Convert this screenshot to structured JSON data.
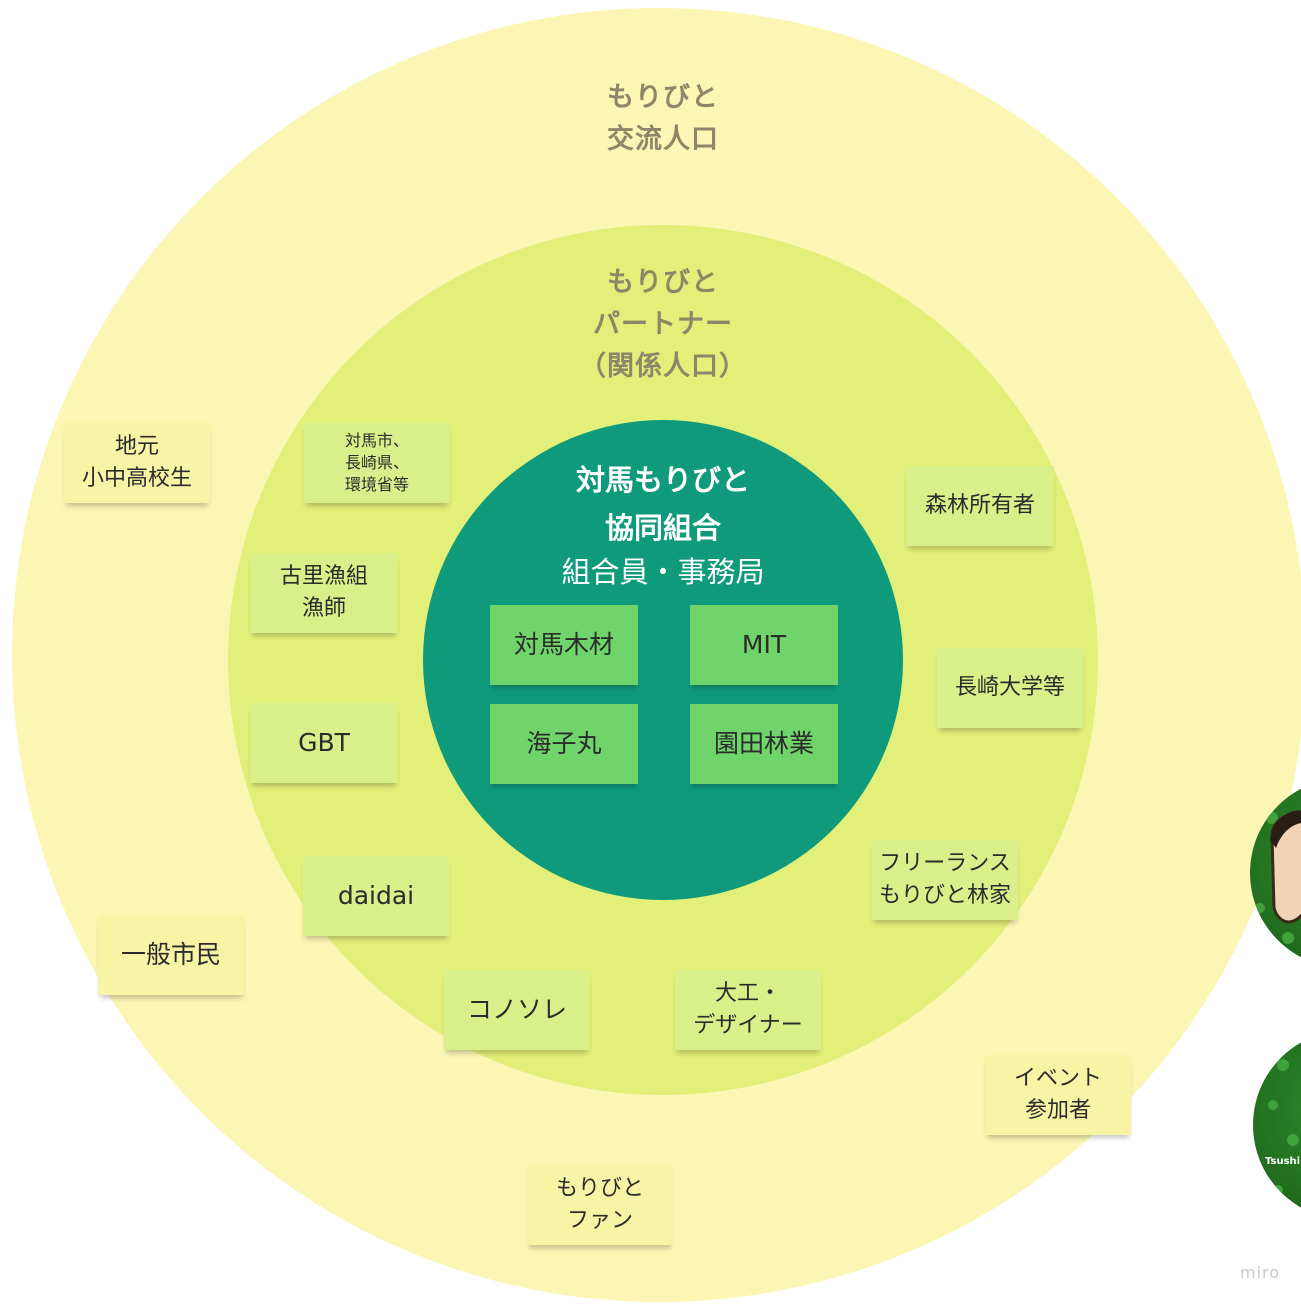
{
  "colors": {
    "outer_ring": "#fbf6b4",
    "middle_ring": "#e2ef78",
    "inner_circle": "#0f9b7b"
  },
  "rings": {
    "outer_label": [
      "もりびと",
      "交流人口"
    ],
    "middle_label": [
      "もりびと",
      "パートナー",
      "（関係人口）"
    ],
    "core_title": [
      "対馬もりびと",
      "協同組合"
    ],
    "core_subtitle": "組合員・事務局"
  },
  "notes": {
    "core": [
      {
        "lines": [
          "対馬木材"
        ]
      },
      {
        "lines": [
          "MIT"
        ]
      },
      {
        "lines": [
          "海子丸"
        ]
      },
      {
        "lines": [
          "園田林業"
        ]
      }
    ],
    "partners": [
      {
        "lines": [
          "対馬市、",
          "長崎県、",
          "環境省等"
        ]
      },
      {
        "lines": [
          "古里漁組",
          "漁師"
        ]
      },
      {
        "lines": [
          "GBT"
        ]
      },
      {
        "lines": [
          "daidai"
        ]
      },
      {
        "lines": [
          "コノソレ"
        ]
      },
      {
        "lines": [
          "大工・",
          "デザイナー"
        ]
      },
      {
        "lines": [
          "フリーランス",
          "もりびと林家"
        ]
      },
      {
        "lines": [
          "長崎大学等"
        ]
      },
      {
        "lines": [
          "森林所有者"
        ]
      }
    ],
    "exchange": [
      {
        "lines": [
          "地元",
          "小中高校生"
        ]
      },
      {
        "lines": [
          "一般市民"
        ]
      },
      {
        "lines": [
          "もりびと",
          "ファン"
        ]
      },
      {
        "lines": [
          "イベント",
          "参加者"
        ]
      }
    ]
  },
  "avatars": [
    {
      "icon": "person-avatar-icon"
    },
    {
      "icon": "team-logo-icon",
      "text": "Tsushi"
    }
  ],
  "watermark": "miro"
}
